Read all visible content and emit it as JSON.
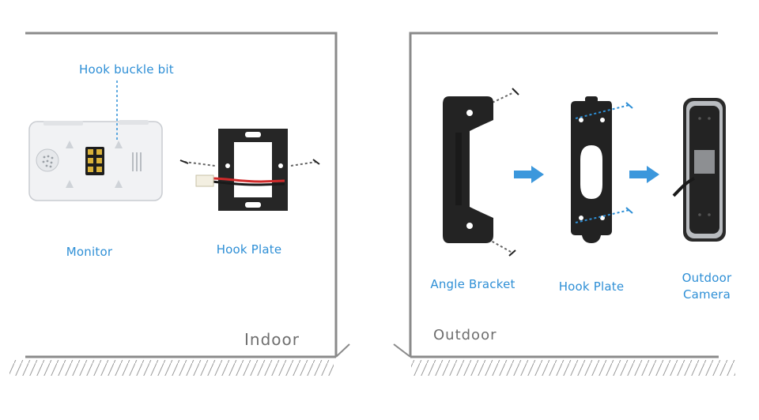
{
  "indoor": {
    "room_label": "Indoor",
    "callout": "Hook buckle bit",
    "monitor_label": "Monitor",
    "hook_plate_label": "Hook Plate"
  },
  "outdoor": {
    "room_label": "Outdoor",
    "angle_bracket_label": "Angle Bracket",
    "hook_plate_label": "Hook Plate",
    "camera_label_line1": "Outdoor",
    "camera_label_line2": "Camera"
  },
  "colors": {
    "accent": "#2e8fd6",
    "arrow": "#3b97dc",
    "wall": "#8a8a8a",
    "room_text": "#6e6e6e",
    "device_dark": "#1f1f1f"
  }
}
